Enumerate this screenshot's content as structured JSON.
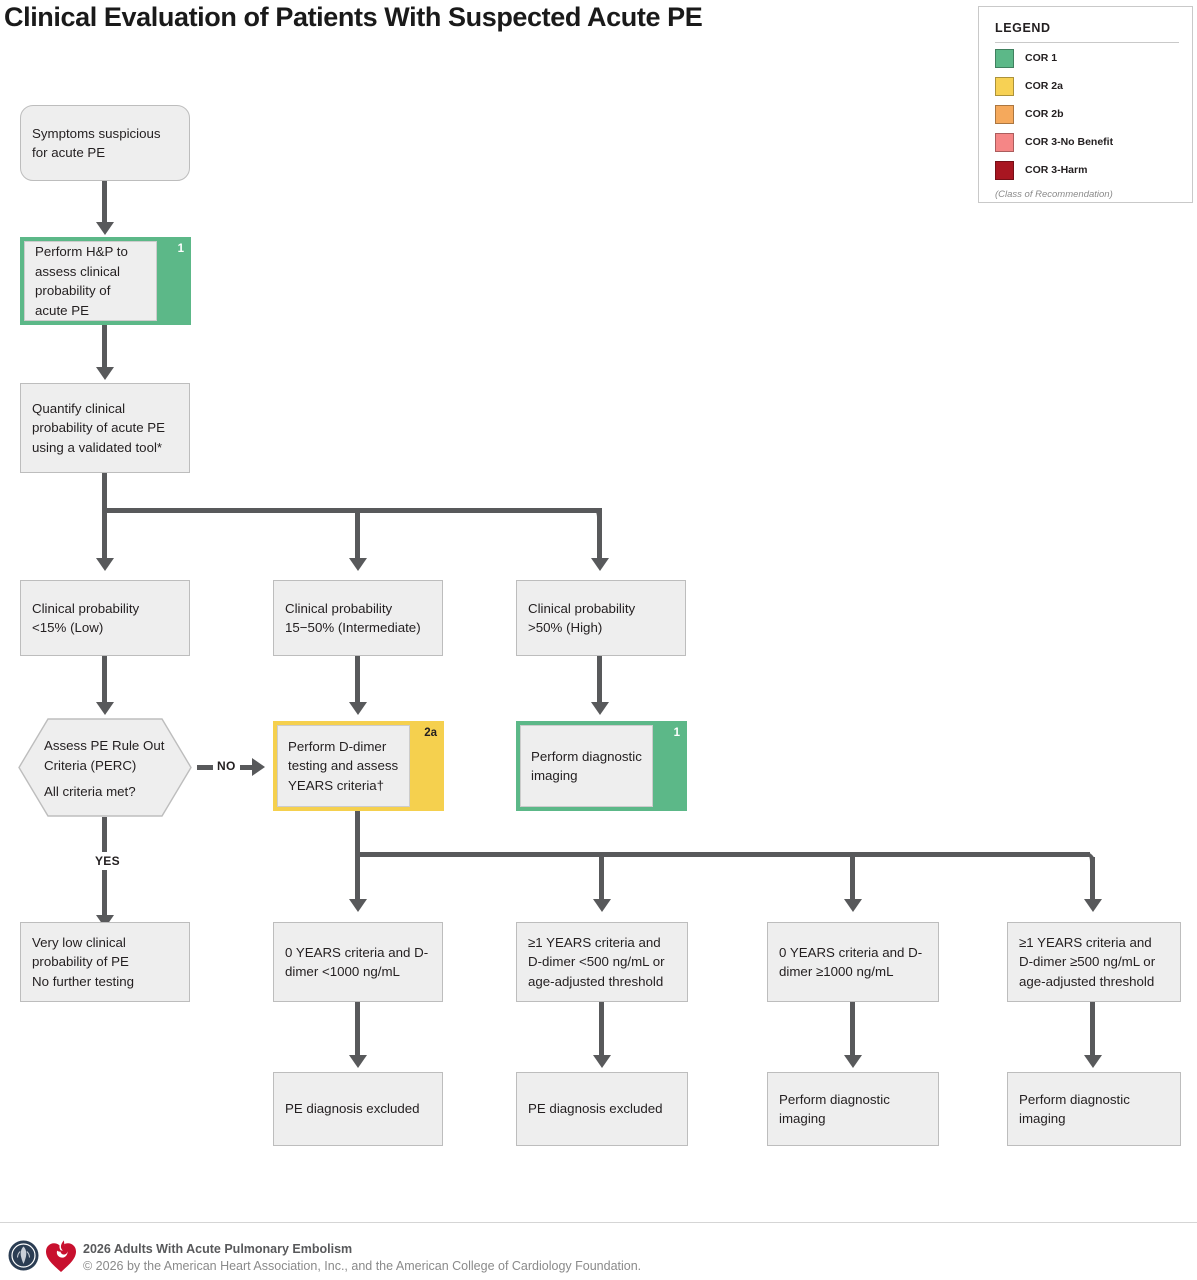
{
  "page": {
    "title": "Clinical Evaluation of Patients With Suspected Acute PE"
  },
  "legend": {
    "heading": "LEGEND",
    "note": "(Class of Recommendation)",
    "items": [
      {
        "label": "COR 1",
        "color": "#5cb888"
      },
      {
        "label": "COR 2a",
        "color": "#f7d154"
      },
      {
        "label": "COR 2b",
        "color": "#f5a95c"
      },
      {
        "label": "COR 3-No Benefit",
        "color": "#f58686"
      },
      {
        "label": "COR 3-Harm",
        "color": "#a81621"
      }
    ]
  },
  "flow": {
    "start": {
      "text": "Symptoms suspicious for acute PE"
    },
    "hp": {
      "text": "Perform H&P to assess clinical probability of acute PE",
      "cor": "1",
      "cor_color": "#5cb888"
    },
    "quantify": {
      "text": "Quantify clinical probability of acute PE using a validated tool*"
    },
    "prob_low": {
      "line1": "Clinical probability",
      "line2": "<15% (Low)"
    },
    "prob_intermediate": {
      "line1": "Clinical probability",
      "line2": "15−50% (Intermediate)"
    },
    "prob_high": {
      "line1": "Clinical probability",
      "line2": ">50% (High)"
    },
    "perc": {
      "line1": "Assess PE Rule Out",
      "line2": "Criteria (PERC)",
      "line3": "All criteria met?"
    },
    "perc_no_label": "NO",
    "perc_yes_label": "YES",
    "ddimer": {
      "text": "Perform D-dimer testing and assess YEARS criteria†",
      "cor": "2a",
      "cor_color": "#f5d04e"
    },
    "imaging_high": {
      "text": "Perform diagnostic imaging",
      "cor": "1",
      "cor_color": "#5cb888"
    },
    "very_low": {
      "line1": "Very low clinical",
      "line2": "probability of PE",
      "line3": "No further testing"
    },
    "outcomes": [
      {
        "condition": "0 YEARS criteria and D-dimer <1000 ng/mL",
        "result": "PE diagnosis excluded"
      },
      {
        "condition": "≥1 YEARS criteria and D-dimer <500 ng/mL or age-adjusted threshold",
        "result": "PE diagnosis excluded"
      },
      {
        "condition": "0 YEARS criteria and D-dimer ≥1000 ng/mL",
        "result": "Perform diagnostic imaging"
      },
      {
        "condition": "≥1 YEARS criteria and D-dimer ≥500 ng/mL or age-adjusted threshold",
        "result": "Perform diagnostic imaging"
      }
    ]
  },
  "footer": {
    "line1": "2026 Adults With Acute Pulmonary Embolism",
    "line2": "© 2026 by the American Heart Association, Inc., and the American College of Cardiology Foundation."
  }
}
